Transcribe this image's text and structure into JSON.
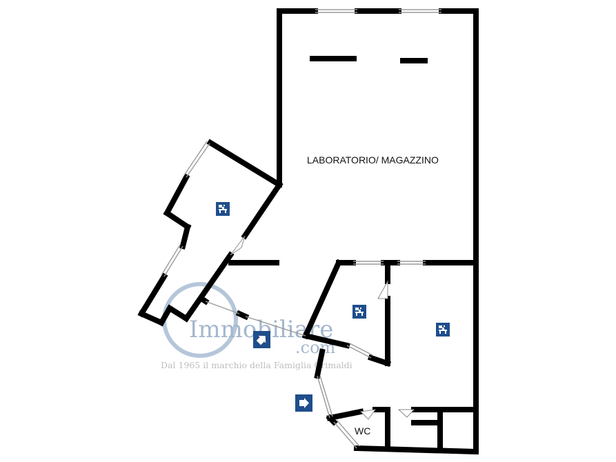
{
  "floorplan": {
    "rooms": {
      "main_room_label": "LABORATORIO/ MAGAZZINO",
      "wc_label": "WC"
    },
    "icons": {
      "room_icon": "desk-workstation-icon",
      "entrance_arrow": "arrow-up-right-icon",
      "entrance_arrow_2": "arrow-right-icon"
    },
    "watermark": {
      "brand": "Immobiliare",
      "domain": ".com",
      "tagline": "Dal 1965 il marchio della Famiglia Grimaldi"
    }
  },
  "colors": {
    "wall": "#000000",
    "icon_bg": "#1f4e8c",
    "watermark": "#5b7da5"
  }
}
